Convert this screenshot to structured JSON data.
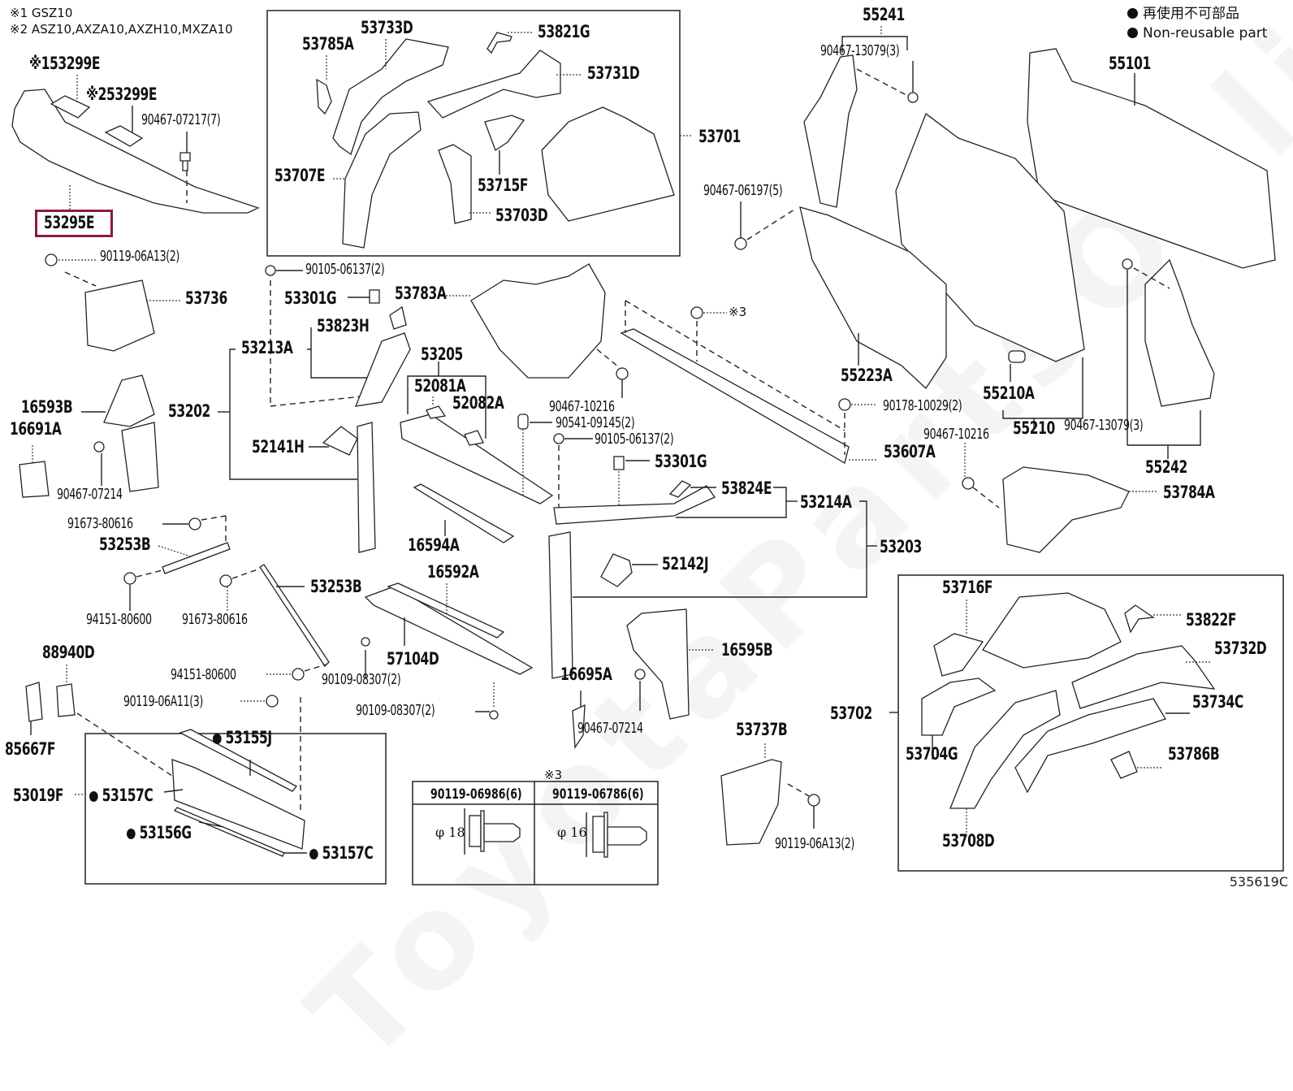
{
  "notes": {
    "note1": "※1 GSZ10",
    "note2": "※2 ASZ10,AXZA10,AXZH10,MXZA10"
  },
  "legend": {
    "jp": "再使用不可部品",
    "en": "Non-reusable part"
  },
  "figure_id": "535619C",
  "watermark": "ToyotaPartsOnline",
  "highlighted_part": "53295E",
  "labels": {
    "p53299E_1": "※153299E",
    "p53299E_2": "※253299E",
    "p90467_07217": "90467-07217(7)",
    "p53295E": "53295E",
    "p90119_06A13_a": "90119-06A13(2)",
    "p53736": "53736",
    "p90105_06137_a": "90105-06137(2)",
    "p53301G_a": "53301G",
    "p53823H": "53823H",
    "p53213A": "53213A",
    "p53202": "53202",
    "p16593B": "16593B",
    "p16691A": "16691A",
    "p90467_07214_a": "90467-07214",
    "p52141H": "52141H",
    "p91673_80616_a": "91673-80616",
    "p53253B_a": "53253B",
    "p94151_80600_a": "94151-80600",
    "p91673_80616_b": "91673-80616",
    "p53253B_b": "53253B",
    "p94151_80600_b": "94151-80600",
    "p88940D": "88940D",
    "p85667F": "85667F",
    "p90119_06A11": "90119-06A11(3)",
    "p53019F": "53019F",
    "p53155J": "53155J",
    "p53157C_a": "53157C",
    "p53156G": "53156G",
    "p53157C_b": "53157C",
    "p53785A": "53785A",
    "p53733D": "53733D",
    "p53821G": "53821G",
    "p53731D": "53731D",
    "p53707E": "53707E",
    "p53715F": "53715F",
    "p53703D": "53703D",
    "p53701": "53701",
    "p53783A": "53783A",
    "p53205": "53205",
    "p52081A": "52081A",
    "p52082A": "52082A",
    "p90467_10216_a": "90467-10216",
    "p90541_09145": "90541-09145(2)",
    "p90105_06137_b": "90105-06137(2)",
    "p53301G_b": "53301G",
    "p53824E": "53824E",
    "p53214A": "53214A",
    "p53203": "53203",
    "p16594A": "16594A",
    "p16592A": "16592A",
    "p52142J": "52142J",
    "p57104D": "57104D",
    "p90109_08307_a": "90109-08307(2)",
    "p90109_08307_b": "90109-08307(2)",
    "p16695A": "16695A",
    "p16595B": "16595B",
    "p90467_07214_b": "90467-07214",
    "p53737B": "53737B",
    "p90119_06A13_b": "90119-06A13(2)",
    "p_ref3": "※3",
    "p55241": "55241",
    "p90467_13079_a": "90467-13079(3)",
    "p55101": "55101",
    "p90467_06197": "90467-06197(5)",
    "p55223A": "55223A",
    "p55210A": "55210A",
    "p55210": "55210",
    "p90178_10029": "90178-10029(2)",
    "p53607A": "53607A",
    "p90467_10216_b": "90467-10216",
    "p90467_13079_b": "90467-13079(3)",
    "p55242": "55242",
    "p53784A": "53784A",
    "p53716F": "53716F",
    "p53822F": "53822F",
    "p53732D": "53732D",
    "p53734C": "53734C",
    "p53702": "53702",
    "p53704G": "53704G",
    "p53786B": "53786B",
    "p53708D": "53708D"
  },
  "bolt_table": {
    "ref": "※3",
    "columns": [
      {
        "part": "90119-06986(6)",
        "diameter": "φ 18"
      },
      {
        "part": "90119-06786(6)",
        "diameter": "φ 16"
      }
    ]
  },
  "colors": {
    "highlight": "#8c1c3a",
    "ink": "#111111"
  }
}
